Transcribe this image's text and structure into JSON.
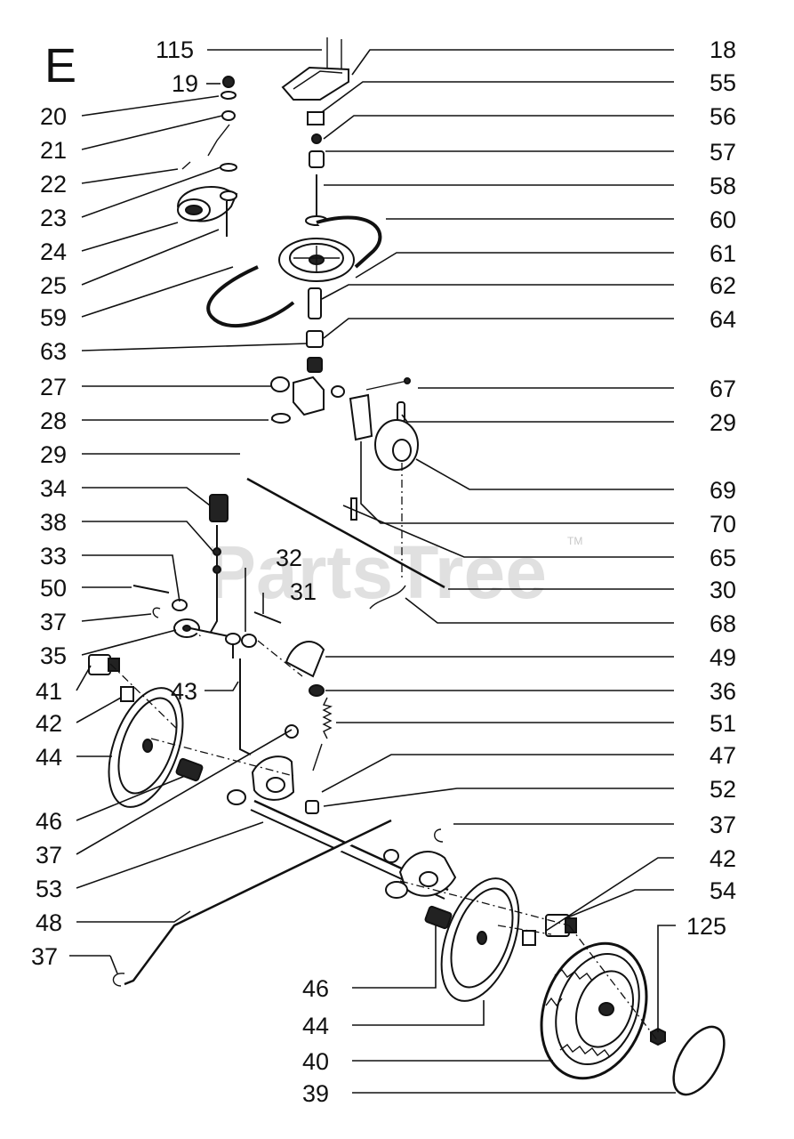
{
  "section_letter": "E",
  "watermark": "PartsTree",
  "trademark": "TM",
  "left_labels": [
    "19",
    "20",
    "21",
    "22",
    "23",
    "24",
    "25",
    "59",
    "63",
    "27",
    "28",
    "29",
    "34",
    "38",
    "33",
    "50",
    "37",
    "35",
    "41",
    "42",
    "44",
    "46",
    "37",
    "53",
    "48",
    "37"
  ],
  "top_label": "115",
  "right_labels": [
    "18",
    "55",
    "56",
    "57",
    "58",
    "60",
    "61",
    "62",
    "64",
    "67",
    "29",
    "69",
    "70",
    "65",
    "30",
    "68",
    "49",
    "36",
    "51",
    "47",
    "52",
    "37",
    "42",
    "54"
  ],
  "inner_labels": [
    "32",
    "31",
    "43"
  ],
  "bottom_labels": [
    "125",
    "46",
    "44",
    "40",
    "39"
  ]
}
